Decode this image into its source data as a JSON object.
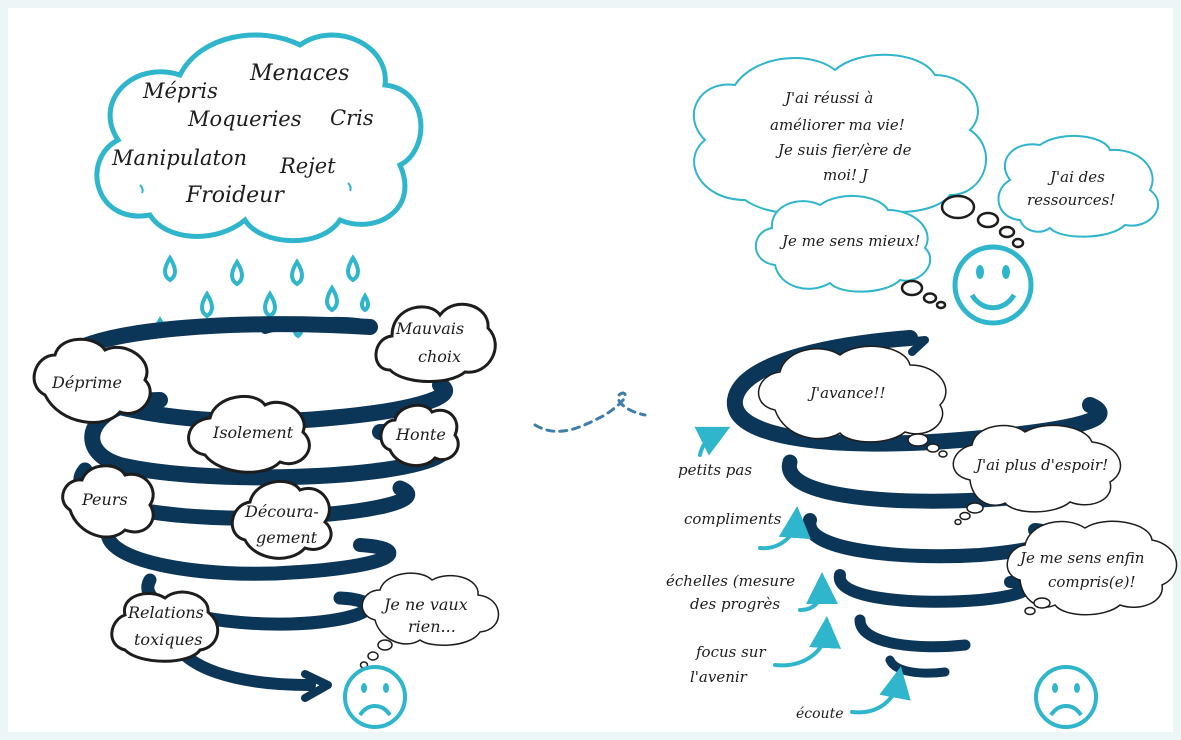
{
  "left": {
    "rain_cloud_words": [
      "Menaces",
      "Mépris",
      "Moqueries",
      "Cris",
      "Manipulaton",
      "Rejet",
      "Froideur"
    ],
    "spiral_clouds": [
      "Mauvais",
      "choix",
      "Déprime",
      "Isolement",
      "Honte",
      "Peurs",
      "Découra-",
      "gement",
      "Relations",
      "toxiques"
    ],
    "thought": [
      "Je ne vaux",
      "rien..."
    ],
    "face_expression": "sad"
  },
  "transition": {
    "icon": "dashed-arrow-icon"
  },
  "right": {
    "thoughts": [
      "J'ai réussi à",
      "améliorer ma vie!",
      "Je suis fier/ère de",
      "moi! J",
      "J'ai des",
      "ressources!",
      "Je me sens mieux!"
    ],
    "face_top_expression": "happy",
    "spiral_clouds": [
      "J'avance!!",
      "J'ai plus d'espoir!",
      "Je me sens enfin",
      "compris(e)!"
    ],
    "steps": [
      "petits pas",
      "compliments",
      "échelles (mesure",
      "des progrès",
      "focus sur",
      "l'avenir",
      "écoute"
    ],
    "face_bottom_expression": "sad"
  },
  "colors": {
    "spiral": "#0c3658",
    "accent": "#2fb5cc",
    "background": "#ecf6f7",
    "outline": "#1d1d1d"
  }
}
